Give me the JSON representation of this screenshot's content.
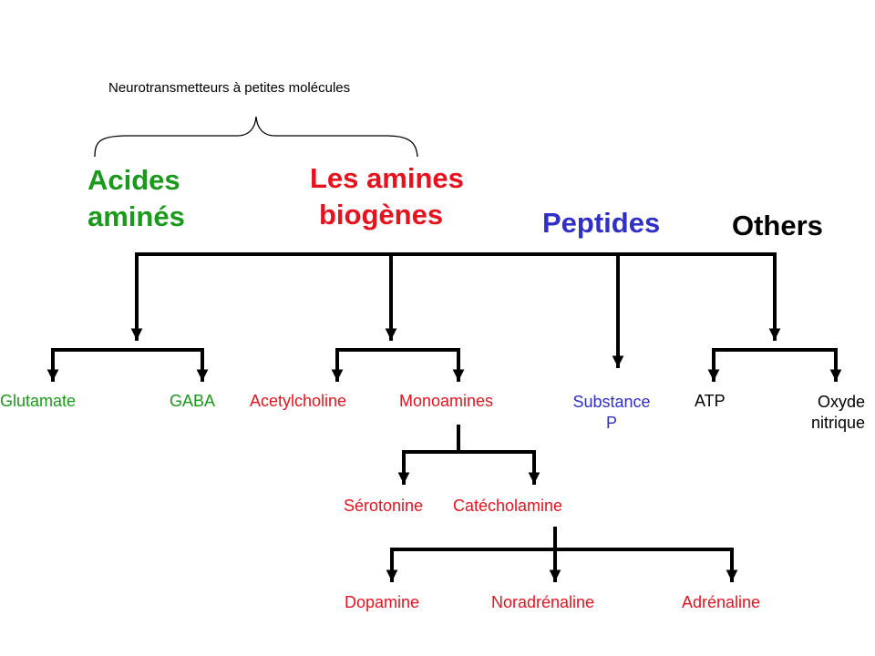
{
  "colors": {
    "green": "#1a9a1a",
    "red": "#e8121e",
    "blue": "#3030c8",
    "black": "#000000"
  },
  "bracket_label": "Neurotransmetteurs à petites molécules",
  "categories": {
    "acides_amines": {
      "line1": "Acides",
      "line2": "aminés"
    },
    "amines_biogenes": {
      "line1": "Les amines",
      "line2": "biogènes"
    },
    "peptides": "Peptides",
    "others": "Others"
  },
  "leaves": {
    "glutamate": "Glutamate",
    "gaba": "GABA",
    "acetylcholine": "Acetylcholine",
    "monoamines": "Monoamines",
    "substance_p": {
      "line1": "Substance",
      "line2": "P"
    },
    "atp": "ATP",
    "oxyde_nitrique": {
      "line1": "Oxyde",
      "line2": "nitrique"
    },
    "serotonine": "Sérotonine",
    "catecholamine": "Catécholamine",
    "dopamine": "Dopamine",
    "noradrenaline": "Noradrénaline",
    "adrenaline": "Adrénaline"
  }
}
